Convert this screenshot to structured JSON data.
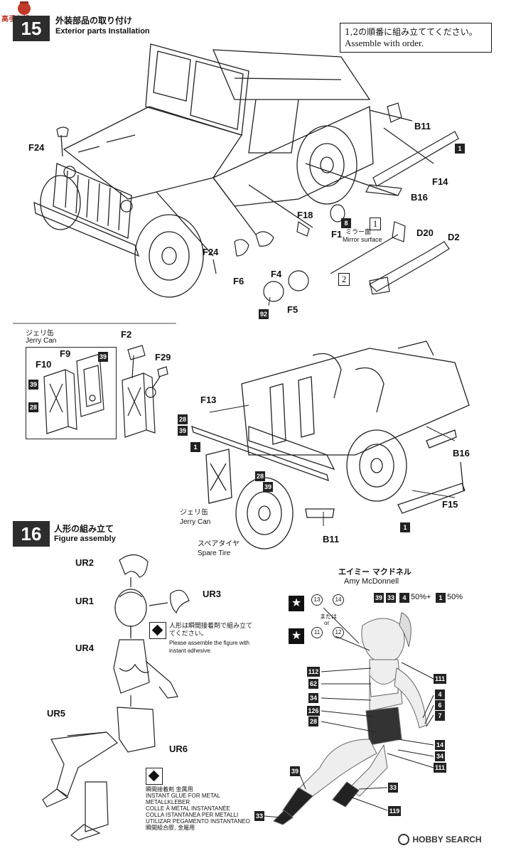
{
  "watermark_top": "高手在线",
  "watermark_bottom": "HOBBY SEARCH",
  "step15": {
    "number": "15",
    "title_jp": "外装部品の取り付け",
    "title_en": "Exterior parts Installation",
    "note_jp": "1,2の順番に組み立ててください。",
    "note_en": "Assemble with order.",
    "labels": {
      "B11": "B11",
      "F24": "F24",
      "F14": "F14",
      "B16": "B16",
      "F18": "F18",
      "F1": "F1",
      "D20": "D20",
      "D2": "D2",
      "F6": "F6",
      "F4": "F4",
      "F5": "F5",
      "F24b": "F24"
    },
    "mirror_jp": "ミラー面",
    "mirror_en": "Mirror surface",
    "paint": {
      "n1": "1",
      "n8": "8",
      "n92": "92"
    },
    "order": {
      "o1": "1",
      "o2": "2"
    }
  },
  "jerry": {
    "title_jp": "ジェリ缶",
    "title_en": "Jerry Can",
    "labels": {
      "F2": "F2",
      "F9": "F9",
      "F29": "F29",
      "F10": "F10"
    },
    "paint": {
      "n39a": "39",
      "n39b": "39",
      "n28": "28"
    }
  },
  "rear": {
    "labels": {
      "F13": "F13",
      "B16": "B16",
      "F15": "F15",
      "B11": "B11"
    },
    "paint": {
      "n28a": "28",
      "n39a": "39",
      "n1a": "1",
      "n28b": "28",
      "n39b": "39",
      "n1b": "1"
    },
    "jerry_jp": "ジェリ缶",
    "jerry_en": "Jerry Can",
    "spare_jp": "スペアタイヤ",
    "spare_en": "Spare Tire"
  },
  "step16": {
    "number": "16",
    "title_jp": "人形の組み立て",
    "title_en": "Figure assembly",
    "labels": {
      "UR2": "UR2",
      "UR1": "UR1",
      "UR3": "UR3",
      "UR4": "UR4",
      "UR5": "UR5",
      "UR6": "UR6"
    },
    "glue_note_jp": "人形は瞬間接着剤で組み立ててください。",
    "glue_note_en": "Please assemble the figure with instant adhesive.",
    "glue_legend": [
      "瞬間接着剤 金属用",
      "INSTANT GLUE FOR METAL",
      "METALLKLEBER",
      "COLLE À MÉTAL INSTANTANÉE",
      "COLLA ISTANTANEA PER METALLI",
      "UTILIZAR PEGAMENTO INSTANTANEO",
      "瞬間組合膠, 金屬用"
    ]
  },
  "amy": {
    "name_jp": "エイミー マクドネル",
    "name_en": "Amy McDonnell",
    "decals": {
      "d13": "13",
      "d14": "14",
      "d11": "11",
      "d12": "12"
    },
    "or_jp": "または",
    "or_en": "or",
    "mix": {
      "a": "39",
      "b": "33",
      "c": "4",
      "pct1": "50%+",
      "d": "1",
      "pct2": "50%"
    },
    "paint_left": [
      "112",
      "62",
      "34",
      "126",
      "28"
    ],
    "paint_right": [
      "111",
      "4",
      "6",
      "7",
      "14",
      "34",
      "111"
    ],
    "paint_bottom": {
      "b39": "39",
      "b33a": "33",
      "b119": "119",
      "b33b": "33"
    }
  }
}
